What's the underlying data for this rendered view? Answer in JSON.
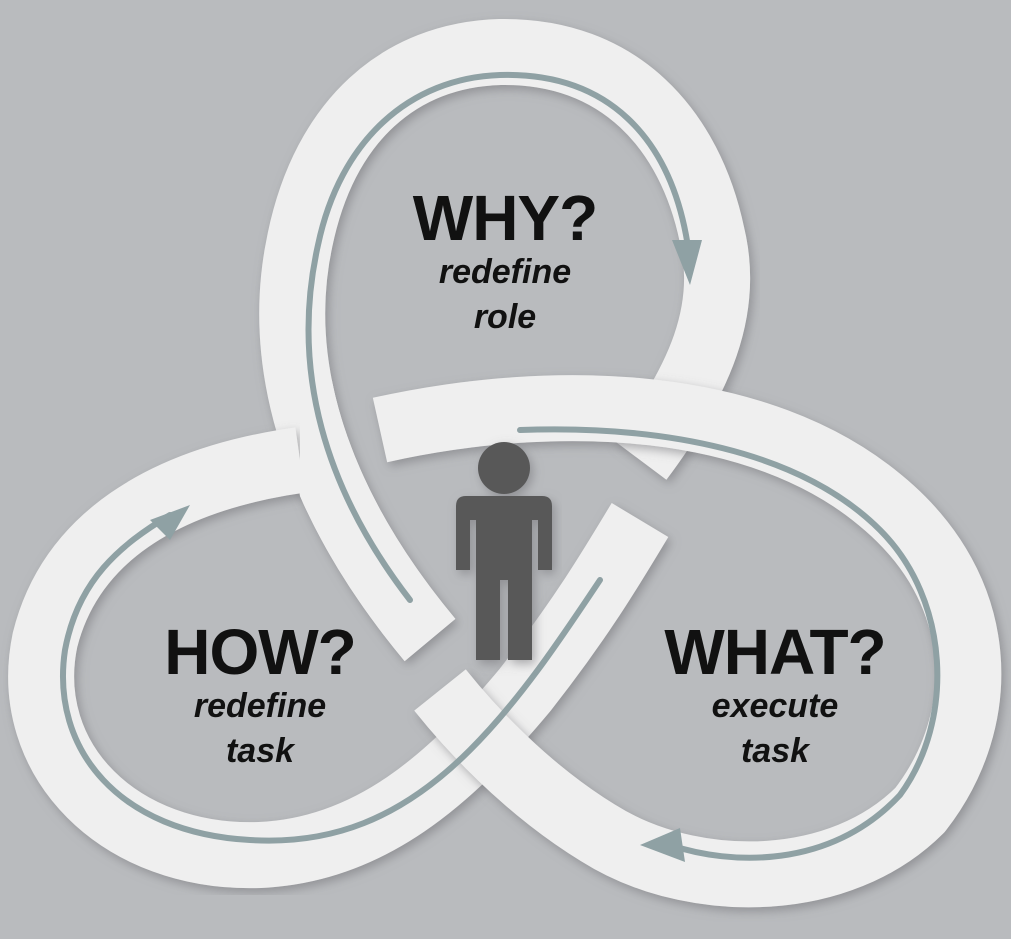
{
  "diagram": {
    "colors": {
      "background": "#b9bbbe",
      "band": "#efefef",
      "band_shadow": "#8f9194",
      "arrow_line": "#8fa1a4",
      "person": "#595959",
      "text": "#111111"
    },
    "lobes": {
      "why": {
        "title": "WHY?",
        "line1": "redefine",
        "line2": "role"
      },
      "how": {
        "title": "HOW?",
        "line1": "redefine",
        "line2": "task"
      },
      "what": {
        "title": "WHAT?",
        "line1": "execute",
        "line2": "task"
      }
    },
    "center_icon": "person-icon",
    "flow_arrow_icon": "arrowhead-icon"
  }
}
